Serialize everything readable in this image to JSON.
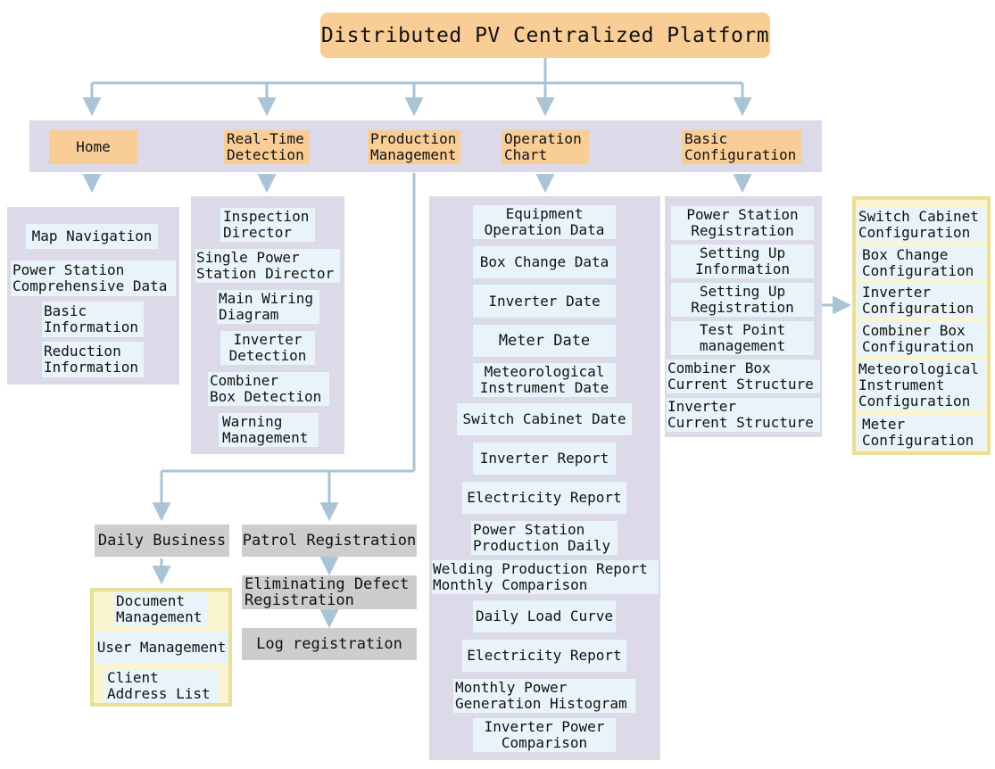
{
  "title": "Distributed PV Centralized Platform",
  "colors": {
    "orange": "#f8cd96",
    "panel": "#dcd9e8",
    "item": "#e9f4fa",
    "gray": "#cdcdcd",
    "yellow_border": "#eadf98",
    "connector": "#a9c4d6"
  },
  "modules": {
    "home": "Home",
    "realtime": "Real-Time\nDetection",
    "production": "Production\nManagement",
    "operation": "Operation\nChart",
    "basic": "Basic\nConfiguration"
  },
  "home_items": [
    "Map Navigation",
    "Power Station\nComprehensive Data",
    "Basic\nInformation",
    "Reduction\nInformation"
  ],
  "realtime_items": [
    "Inspection\nDirector",
    "Single Power\nStation Director",
    "Main Wiring\nDiagram",
    "Inverter\nDetection",
    "Combiner\nBox Detection",
    "Warning\nManagement"
  ],
  "operation_items": [
    "Equipment\nOperation Data",
    "Box Change Data",
    "Inverter Date",
    "Meter Date",
    "Meteorological\nInstrument Date",
    "Switch Cabinet Date",
    "Inverter Report",
    "Electricity Report",
    "Power Station\nProduction Daily",
    "Welding Production Report\nMonthly Comparison",
    "Daily Load Curve",
    "Electricity Report",
    "Monthly Power\nGeneration Histogram",
    "Inverter Power\nComparison"
  ],
  "basic_items": [
    "Power Station\nRegistration",
    "Setting Up\nInformation",
    "Setting Up\nRegistration",
    "Test Point\nmanagement",
    "Combiner Box\nCurrent Structure",
    "Inverter\nCurrent Structure"
  ],
  "config_items": [
    "Switch Cabinet\nConfiguration",
    "Box Change\nConfiguration",
    "Inverter\nConfiguration",
    "Combiner Box\nConfiguration",
    "Meteorological\nInstrument\nConfiguration",
    "Meter\nConfiguration"
  ],
  "production": {
    "daily_business": "Daily Business",
    "daily_items": [
      "Document\nManagement",
      "User Management",
      "Client\nAddress List"
    ],
    "patrol": "Patrol Registration",
    "defect": "Eliminating Defect\nRegistration",
    "log": "Log registration"
  }
}
